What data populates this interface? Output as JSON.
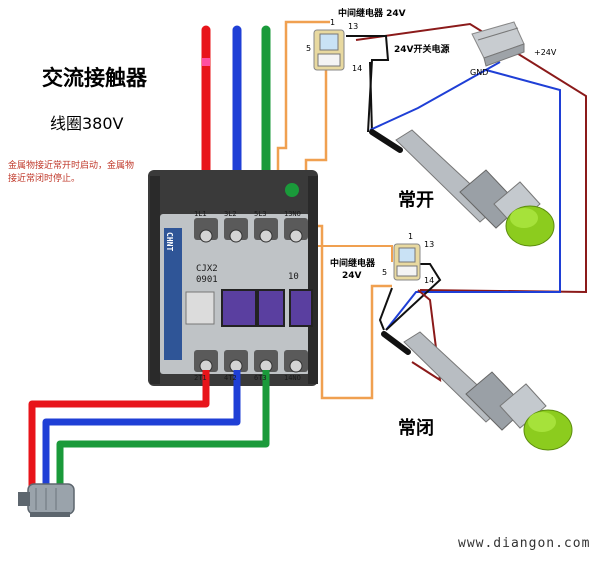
{
  "title": "交流接触器",
  "coil_label": "线圈380V",
  "note": "金属物接近常开时启动，金属物接近常闭时停止。",
  "relay_top": {
    "label": "中间继电器 24V",
    "pin1": "1",
    "pin13": "13",
    "pin5": "5",
    "pin14": "14"
  },
  "power_supply": {
    "label": "24V开关电源",
    "gnd": "GND",
    "plus": "+24V"
  },
  "relay_mid": {
    "label_line1": "中间继电器",
    "label_line2": "24V",
    "pin1": "1",
    "pin13": "13",
    "pin5": "5",
    "pin14": "14"
  },
  "sensor_no_label": "常开",
  "sensor_nc_label": "常闭",
  "contactor": {
    "brand": "CHNT",
    "model_line1": "CJX2",
    "model_line2": "0901",
    "code": "10",
    "top_terminals": [
      "1L1",
      "3L2",
      "5L3",
      "13NO"
    ],
    "bottom_terminals": [
      "2T1",
      "4T2",
      "6T3",
      "14NO"
    ]
  },
  "watermark": "www.diangon.com",
  "colors": {
    "phase_red": "#e8141a",
    "phase_blue": "#1f3fd6",
    "phase_green": "#1a9a3a",
    "control_orange": "#f0a050",
    "power_dark_red": "#8b1a1a",
    "signal_blue": "#1f3fd6",
    "sensor_green": "#8ccc1e"
  },
  "icons": [
    "relay-icon",
    "power-supply-icon",
    "motor-icon",
    "proximity-sensor-icon",
    "contactor-icon"
  ]
}
